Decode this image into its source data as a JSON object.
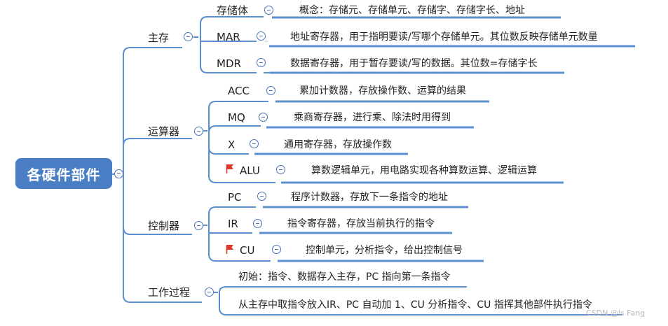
{
  "root": {
    "label": "各硬件部件"
  },
  "groups": {
    "main_memory": {
      "label": "主存",
      "items": [
        {
          "name": "存储体",
          "desc": "概念：存储元、存储单元、存储字、存储字长、地址"
        },
        {
          "name": "MAR",
          "desc": "地址寄存器，用于指明要读/写哪个存储单元。其位数反映存储单元数量"
        },
        {
          "name": "MDR",
          "desc": "数据寄存器，用于暂存要读/写的数据。其位数=存储字长"
        }
      ]
    },
    "alu_unit": {
      "label": "运算器",
      "items": [
        {
          "name": "ACC",
          "desc": "累加计数器，存放操作数、运算的结果"
        },
        {
          "name": "MQ",
          "desc": "乘商寄存器，进行乘、除法时用得到"
        },
        {
          "name": "X",
          "desc": "通用寄存器，存放操作数"
        },
        {
          "name": "ALU",
          "desc": "算数逻辑单元，用电路实现各种算数运算、逻辑运算"
        }
      ]
    },
    "control_unit": {
      "label": "控制器",
      "items": [
        {
          "name": "PC",
          "desc": "程序计数器，存放下一条指令的地址"
        },
        {
          "name": "IR",
          "desc": "指令寄存器，存放当前执行的指令"
        },
        {
          "name": "CU",
          "desc": "控制单元，分析指令，给出控制信号"
        }
      ]
    },
    "process": {
      "label": "工作过程",
      "steps": [
        "初始：指令、数据存入主存，PC 指向第一条指令",
        "从主存中取指令放入IR、PC 自动加 1、CU 分析指令、CU 指挥其他部件执行指令"
      ]
    }
  },
  "watermark": "CSDN @ls Fang",
  "colors": {
    "root_fill": "#4a7fc6",
    "branch_line": "#5b8fd0",
    "flag": "#e0382b"
  }
}
